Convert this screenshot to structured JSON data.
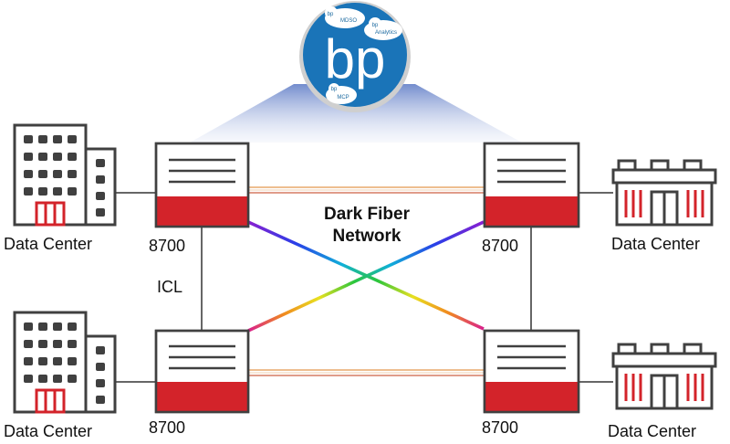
{
  "logo": {
    "text": "bp",
    "bubbles": [
      "MDSO",
      "Analytics",
      "MCP"
    ],
    "bubble_mark": "bp",
    "color": "#1a74b8"
  },
  "network": {
    "title_line1": "Dark Fiber",
    "title_line2": "Network",
    "icl_label": "ICL"
  },
  "switches": [
    {
      "id": "top-left",
      "label": "8700"
    },
    {
      "id": "top-right",
      "label": "8700"
    },
    {
      "id": "bottom-left",
      "label": "8700"
    },
    {
      "id": "bottom-right",
      "label": "8700"
    }
  ],
  "data_centers": [
    {
      "id": "top-left",
      "label": "Data Center"
    },
    {
      "id": "top-right",
      "label": "Data Center"
    },
    {
      "id": "bottom-left",
      "label": "Data Center"
    },
    {
      "id": "bottom-right",
      "label": "Data Center"
    }
  ],
  "colors": {
    "switch_red": "#d3232a",
    "outline": "#404040",
    "fiber_line": "#e9a86c"
  }
}
